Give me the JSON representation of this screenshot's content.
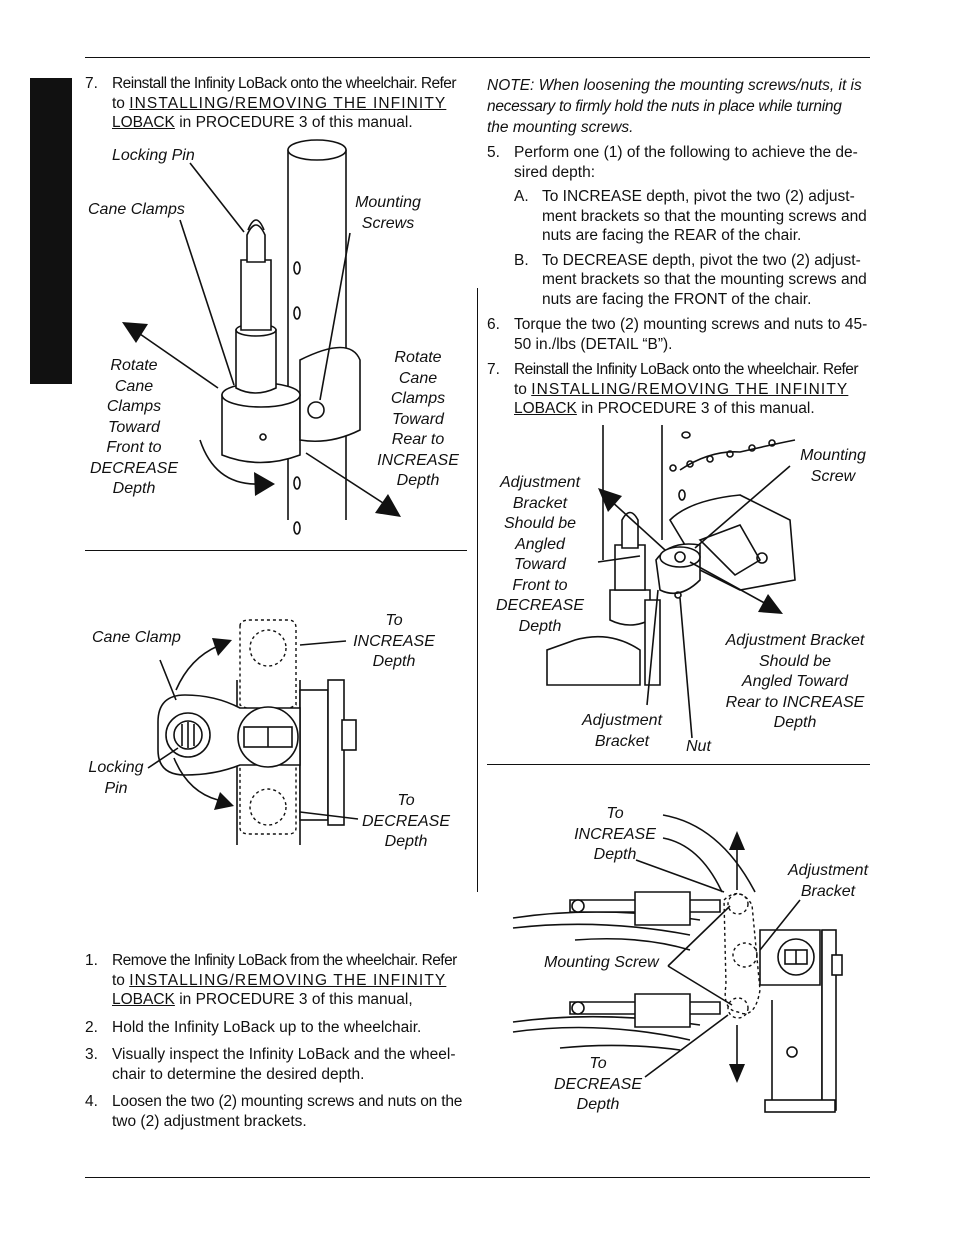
{
  "left_column": {
    "step7": {
      "num": "7.",
      "line1": "Reinstall the Infinity LoBack onto the wheelchair. Refer",
      "line2_pre": "to ",
      "link_a": "INSTALLING/REMOVING THE INFINITY",
      "link_b": "LOBACK",
      "line3_post": " in PROCEDURE 3 of this manual."
    },
    "figure1": {
      "locking_pin": "Locking Pin",
      "cane_clamps": "Cane Clamps",
      "mounting_screws_1": "Mounting",
      "mounting_screws_2": "Screws",
      "rotate_front": [
        "Rotate",
        "Cane",
        "Clamps",
        "Toward",
        "Front to",
        "DECREASE",
        "Depth"
      ],
      "rotate_rear": [
        "Rotate",
        "Cane",
        "Clamps",
        "Toward",
        "Rear to",
        "INCREASE",
        "Depth"
      ]
    },
    "figure2": {
      "cane_clamp": "Cane Clamp",
      "to_increase": [
        "To",
        "INCREASE",
        "Depth"
      ],
      "locking_pin": [
        "Locking",
        "Pin"
      ],
      "to_decrease": [
        "To",
        "DECREASE",
        "Depth"
      ]
    },
    "steps": [
      {
        "num": "1.",
        "lines": [
          "Remove the Infinity LoBack from the wheelchair. Refer"
        ],
        "pre": "to ",
        "link_a": "INSTALLING/REMOVING THE INFINITY",
        "link_b": "LOBACK",
        "post": " in PROCEDURE 3 of this manual,"
      },
      {
        "num": "2.",
        "text": "Hold the Infinity LoBack up to the wheelchair."
      },
      {
        "num": "3.",
        "line1": "Visually inspect the Infinity LoBack and the wheel-",
        "line2": "chair to determine the desired depth."
      },
      {
        "num": "4.",
        "line1": "Loosen the two (2) mounting screws and nuts on the",
        "line2": "two (2) adjustment brackets."
      }
    ]
  },
  "right_column": {
    "note": [
      "NOTE: When loosening the mounting screws/nuts, it is",
      "necessary to firmly hold the nuts in place while turning",
      "the mounting screws."
    ],
    "step5": {
      "num": "5.",
      "line1": "Perform one (1) of the following to achieve the de-",
      "line2": "sired depth:"
    },
    "stepA": {
      "num": "A.",
      "lines": [
        "To INCREASE depth, pivot the two (2) adjust-",
        "ment brackets so that the mounting screws and",
        "nuts are facing the REAR of the chair."
      ]
    },
    "stepB": {
      "num": "B.",
      "lines": [
        "To DECREASE depth, pivot the two (2) adjust-",
        "ment brackets so that the mounting screws and",
        "nuts are facing the FRONT of the chair."
      ]
    },
    "step6": {
      "num": "6.",
      "line1": "Torque the two (2) mounting screws and nuts to 45-",
      "line2": "50 in./lbs (DETAIL “B”)."
    },
    "step7": {
      "num": "7.",
      "line1": "Reinstall the Infinity LoBack onto the wheelchair. Refer",
      "pre": "to ",
      "link_a": "INSTALLING/REMOVING THE INFINITY",
      "link_b": "LOBACK",
      "post": " in PROCEDURE 3 of this manual."
    },
    "figure3": {
      "mounting_screw": [
        "Mounting",
        "Screw"
      ],
      "bracket_front": [
        "Adjustment",
        "Bracket",
        "Should be",
        "Angled",
        "Toward",
        "Front to",
        "DECREASE",
        "Depth"
      ],
      "bracket_rear": [
        "Adjustment Bracket",
        "Should be",
        "Angled Toward",
        "Rear to INCREASE",
        "Depth"
      ],
      "adjustment_bracket": [
        "Adjustment",
        "Bracket"
      ],
      "nut": "Nut"
    },
    "figure4": {
      "to_increase": [
        "To",
        "INCREASE",
        "Depth"
      ],
      "adjustment_bracket": [
        "Adjustment",
        "Bracket"
      ],
      "mounting_screw": "Mounting Screw",
      "to_decrease": [
        "To",
        "DECREASE",
        "Depth"
      ]
    }
  }
}
